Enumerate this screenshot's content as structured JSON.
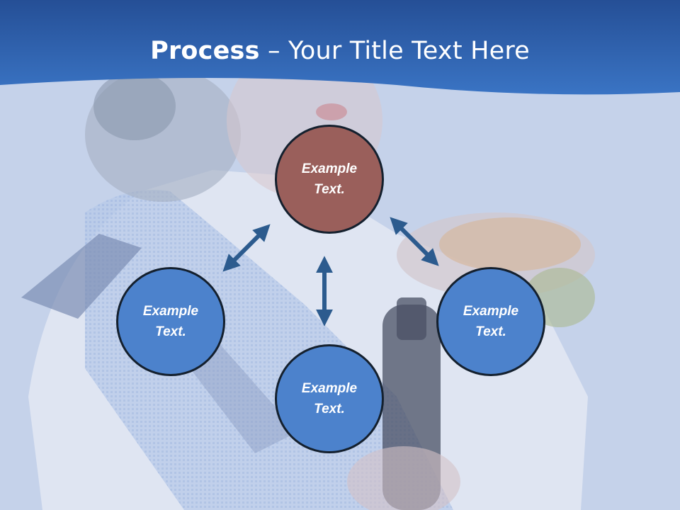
{
  "slide": {
    "title_bold": "Process",
    "title_rest": " – Your Title Text Here"
  },
  "nodes": {
    "top": {
      "line1": "Example",
      "line2": "Text."
    },
    "left": {
      "line1": "Example",
      "line2": "Text."
    },
    "bottom": {
      "line1": "Example",
      "line2": "Text."
    },
    "right": {
      "line1": "Example",
      "line2": "Text."
    }
  },
  "colors": {
    "header_blue": "#2f67b8",
    "background": "#c7d3ea",
    "node_blue": "#4c82cc",
    "node_red": "#9a5f5b",
    "arrow": "#2c5b8e"
  },
  "background_image": "faded photo of a woman in a checkered apron holding a burger and a bottle"
}
